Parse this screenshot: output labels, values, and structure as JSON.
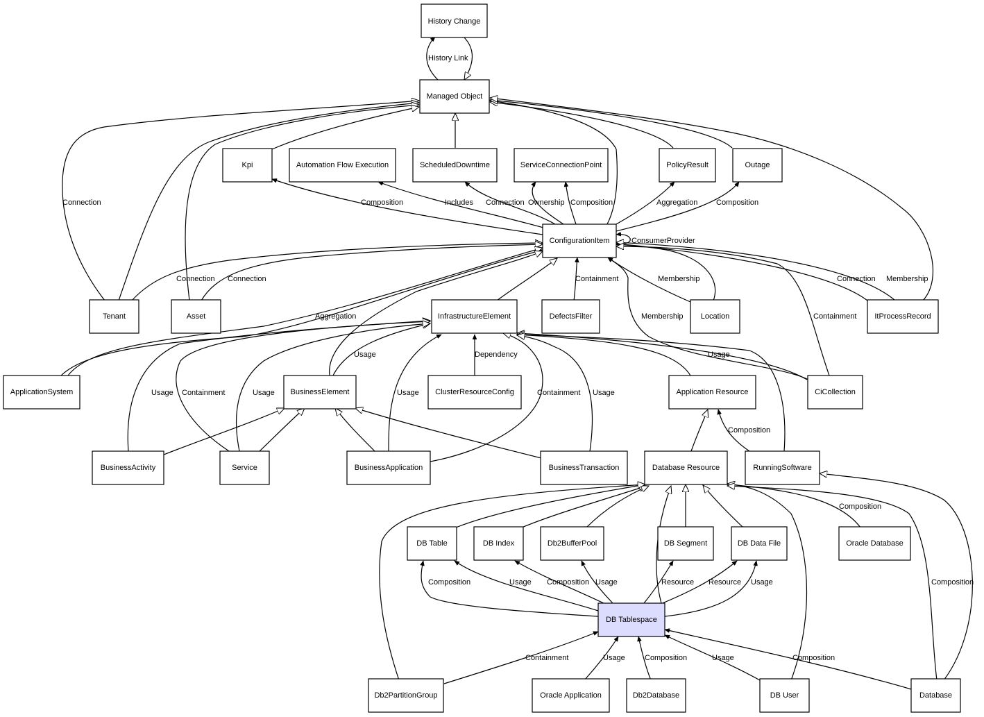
{
  "nodes": {
    "history_change": "History Change",
    "managed_object": "Managed Object",
    "kpi": "Kpi",
    "automation_flow_execution": "Automation Flow Execution",
    "scheduled_downtime": "ScheduledDowntime",
    "service_connection_point": "ServiceConnectionPoint",
    "policy_result": "PolicyResult",
    "outage": "Outage",
    "configuration_item": "ConfigurationItem",
    "tenant": "Tenant",
    "asset": "Asset",
    "infrastructure_element": "InfrastructureElement",
    "defects_filter": "DefectsFilter",
    "location": "Location",
    "it_process_record": "ItProcessRecord",
    "application_system": "ApplicationSystem",
    "business_element": "BusinessElement",
    "cluster_resource_config": "ClusterResourceConfig",
    "application_resource": "Application Resource",
    "ci_collection": "CiCollection",
    "business_activity": "BusinessActivity",
    "service": "Service",
    "business_application": "BusinessApplication",
    "business_transaction": "BusinessTransaction",
    "database_resource": "Database Resource",
    "running_software": "RunningSoftware",
    "db_table": "DB Table",
    "db_index": "DB Index",
    "db2_buffer_pool": "Db2BufferPool",
    "db_segment": "DB Segment",
    "db_data_file": "DB Data File",
    "oracle_database": "Oracle Database",
    "db_tablespace": "DB Tablespace",
    "db2_partition_group": "Db2PartitionGroup",
    "oracle_application": "Oracle Application",
    "db2_database": "Db2Database",
    "db_user": "DB User",
    "database": "Database"
  },
  "edge_labels": {
    "history_link": "History Link",
    "tenant_connection_mo": "Connection",
    "ci_kpi": "Composition",
    "ci_afe": "Includes",
    "ci_sd": "Connection",
    "ci_scp_own": "Ownership",
    "ci_scp_comp": "Composition",
    "ci_policy": "Aggregation",
    "ci_outage": "Composition",
    "ci_self": "ConsumerProvider",
    "tenant_ci": "Connection",
    "asset_ci": "Connection",
    "ie_ci": "Containment",
    "location_ci": "Membership",
    "itpr_ci_conn": "Connection",
    "itpr_ci_memb": "Membership",
    "appsys_ci": "Aggregation",
    "cicoll_ci_memb": "Membership",
    "cicoll_ci_cont": "Containment",
    "be_ie": "Usage",
    "crc_ie": "Dependency",
    "cicoll_ie": "Usage",
    "ba_ie": "Usage",
    "svc_ie_cont": "Containment",
    "svc_ie_usage": "Usage",
    "bapp_ie_usage": "Usage",
    "bapp_ie_cont": "Containment",
    "bt_ie": "Usage",
    "rs_ar": "Composition",
    "oradb_dr": "Composition",
    "dbt_table_comp": "Composition",
    "dbt_table_usage": "Usage",
    "dbt_index": "Composition",
    "dbt_bp": "Usage",
    "dbt_seg": "Resource",
    "dbt_df_res": "Resource",
    "dbt_df_usage": "Usage",
    "db_dr": "Composition",
    "dpg_dbt": "Containment",
    "oraapp_dbt": "Usage",
    "db2db_dbt": "Composition",
    "dbuser_dbt": "Usage",
    "database_dbt": "Composition"
  }
}
